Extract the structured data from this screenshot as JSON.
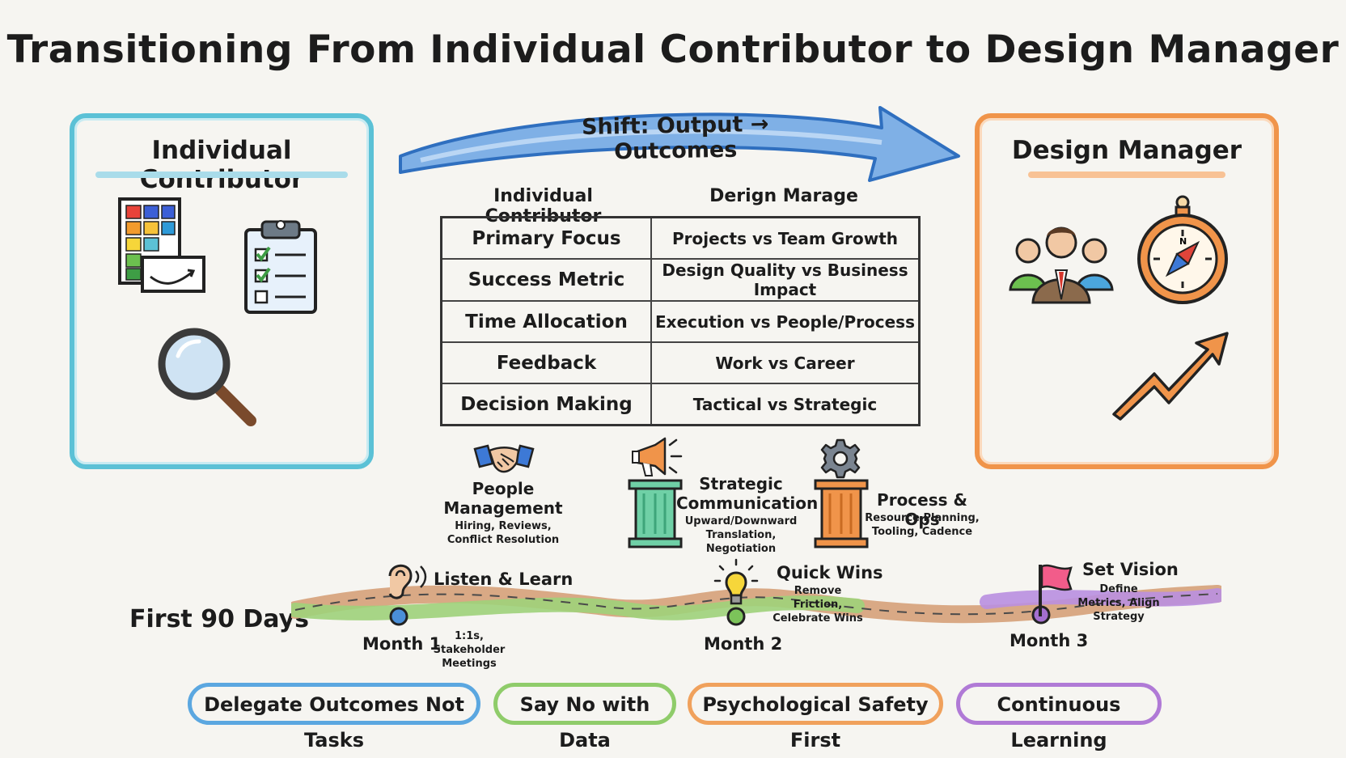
{
  "title": "Transitioning From Individual Contributor to Design Manager",
  "shift_label": "Shift: Output → Outcomes",
  "ic_panel": {
    "title": "Individual Contributor"
  },
  "dm_panel": {
    "title": "Design Manager"
  },
  "comparison": {
    "headers": [
      "Individual Contributor",
      "Derign Marage"
    ],
    "rows": [
      {
        "label": "Primary Focus",
        "value": "Projects vs Team Growth"
      },
      {
        "label": "Success Metric",
        "value": "Design Quality vs Business Impact"
      },
      {
        "label": "Time Allocation",
        "value": "Execution vs People/Process"
      },
      {
        "label": "Feedback",
        "value": "Work vs Career"
      },
      {
        "label": "Decision Making",
        "value": "Tactical vs Strategic"
      }
    ]
  },
  "skills": [
    {
      "title": "People Management",
      "sub": "Hiring, Reviews, Conflict Resolution",
      "icon": "handshake-icon"
    },
    {
      "title": "Strategic Communication",
      "sub": "Upward/Downward Translation, Negotiation",
      "icon": "megaphone-icon"
    },
    {
      "title": "Process & Ops",
      "sub": "Resource Planning, Tooling, Cadence",
      "icon": "gear-icon"
    }
  ],
  "timeline": {
    "label": "First 90 Days",
    "milestones": [
      {
        "title": "Listen & Learn",
        "sub": "1:1s, Stakeholder Meetings",
        "month": "Month 1",
        "icon": "ear-icon"
      },
      {
        "title": "Quick Wins",
        "sub": "Remove Friction, Celebrate Wins",
        "month": "Month 2",
        "icon": "lightbulb-icon"
      },
      {
        "title": "Set Vision",
        "sub": "Define Metrics, Align Strategy",
        "month": "Month 3",
        "icon": "flag-icon"
      }
    ]
  },
  "principles": [
    {
      "label": "Delegate Outcomes Not Tasks",
      "color": "#5ba7e0"
    },
    {
      "label": "Say No with Data",
      "color": "#8fcc6a"
    },
    {
      "label": "Psychological Safety First",
      "color": "#f0a15c"
    },
    {
      "label": "Continuous Learning",
      "color": "#b07ad6"
    }
  ],
  "colors": {
    "teal": "#5bc1d6",
    "orange": "#f0944a",
    "blue": "#4a8fd8",
    "green": "#7cc35a",
    "purple": "#a46fd0"
  }
}
